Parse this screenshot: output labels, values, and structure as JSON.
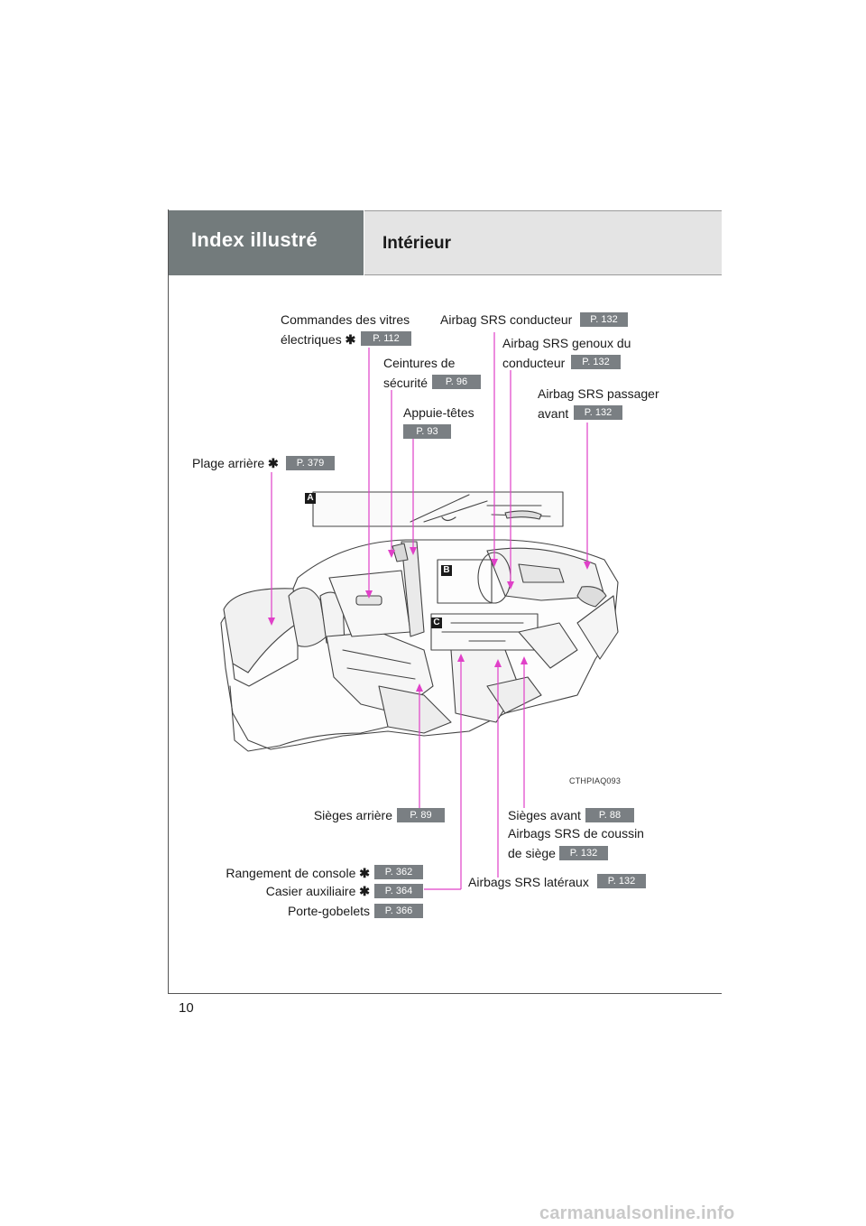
{
  "header": {
    "section_title": "Index illustré",
    "subsection_title": "Intérieur"
  },
  "labels": {
    "commandes": "Commandes des vitres",
    "commandes2": "électriques",
    "ceintures": "Ceintures de",
    "ceintures2": "sécurité",
    "appuie": "Appuie-têtes",
    "plage": "Plage arrière",
    "airbag_cond": "Airbag SRS conducteur",
    "airbag_genoux": "Airbag SRS genoux du",
    "airbag_genoux2": "conducteur",
    "airbag_pass": "Airbag SRS passager",
    "airbag_pass2": "avant",
    "sieges_arr": "Sièges arrière",
    "sieges_av": "Sièges avant",
    "airbags_coussin": "Airbags SRS de coussin",
    "airbags_coussin2": "de siège",
    "rangement": "Rangement de console",
    "casier": "Casier auxiliaire",
    "porte": "Porte-gobelets",
    "airbags_lat": "Airbags SRS latéraux"
  },
  "refs": {
    "commandes": "P. 112",
    "ceintures": "P. 96",
    "appuie": "P. 93",
    "plage": "P. 379",
    "airbag_cond": "P. 132",
    "airbag_genoux": "P. 132",
    "airbag_pass": "P. 132",
    "sieges_arr": "P. 89",
    "sieges_av": "P. 88",
    "airbags_coussin": "P. 132",
    "rangement": "P. 362",
    "casier": "P. 364",
    "porte": "P. 366",
    "airbags_lat": "P. 132"
  },
  "star_symbol": "✱",
  "markers": {
    "a": "A",
    "b": "B",
    "c": "C"
  },
  "image_code": "CTHPIAQ093",
  "page_number": "10",
  "watermark": "carmanualsonline.info",
  "colors": {
    "leader_lines": "#e040c8",
    "header_dark": "#737b7c",
    "header_light": "#e4e4e4",
    "ref_badge": "#7a7f83"
  }
}
